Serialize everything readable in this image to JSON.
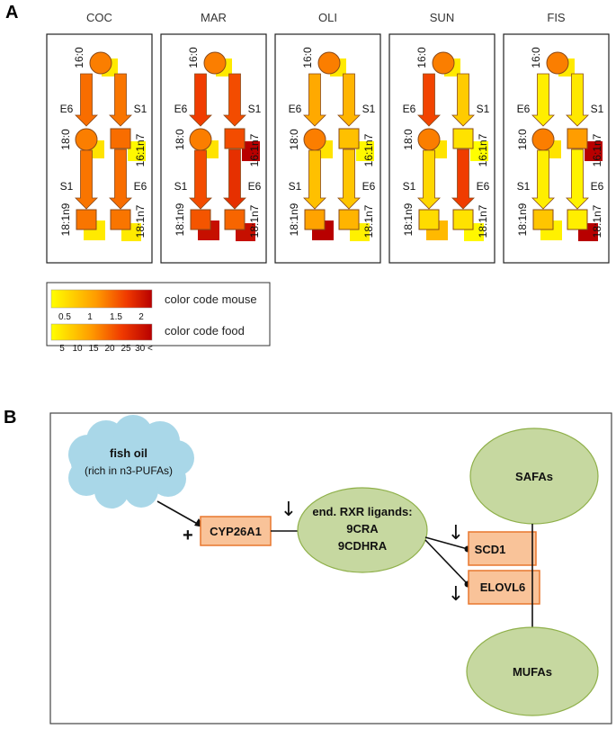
{
  "panel_a": {
    "letter": "A",
    "diets": [
      {
        "name": "COC",
        "mouse": {
          "a16": 1.3,
          "aE6": 1.4,
          "aS1": 1.35,
          "n18": 1.3,
          "n161": 1.4,
          "aS1b": 1.35,
          "aE6b": 1.4,
          "n181": 1.35,
          "n18n7": 1.35
        },
        "food": {
          "f16": 3,
          "f18": 4,
          "f161": 1,
          "f181": 3,
          "f18n7": 3
        }
      },
      {
        "name": "MAR",
        "mouse": {
          "a16": 1.3,
          "aE6": 1.7,
          "aS1": 1.6,
          "n18": 1.3,
          "n161": 1.6,
          "aS1b": 1.6,
          "aE6b": 1.8,
          "n181": 1.55,
          "n18n7": 1.45
        },
        "food": {
          "f16": 3,
          "f18": 4,
          "f161": 35,
          "f181": 30,
          "f18n7": 30
        }
      },
      {
        "name": "OLI",
        "mouse": {
          "a16": 1.3,
          "aE6": 1.0,
          "aS1": 0.9,
          "n18": 1.3,
          "n161": 0.8,
          "aS1b": 0.8,
          "aE6b": 0.75,
          "n181": 1.05,
          "n18n7": 0.9
        },
        "food": {
          "f16": 3,
          "f18": 4,
          "f161": 1,
          "f181": 35,
          "f18n7": 2
        }
      },
      {
        "name": "SUN",
        "mouse": {
          "a16": 1.3,
          "aE6": 1.65,
          "aS1": 0.7,
          "n18": 1.3,
          "n161": 0.5,
          "aS1b": 0.6,
          "aE6b": 1.7,
          "n181": 0.55,
          "n18n7": 0.5
        },
        "food": {
          "f16": 3,
          "f18": 4,
          "f161": 0,
          "f181": 10,
          "f18n7": 1
        }
      },
      {
        "name": "FIS",
        "mouse": {
          "a16": 1.3,
          "aE6": 0.4,
          "aS1": 0.45,
          "n18": 1.3,
          "n161": 1.1,
          "aS1b": 0.4,
          "aE6b": 0.35,
          "n181": 0.75,
          "n18n7": 0.4
        },
        "food": {
          "f16": 3,
          "f18": 4,
          "f161": 35,
          "f181": 2,
          "f18n7": 35
        }
      }
    ],
    "labels": {
      "c16": "16:0",
      "c18": "18:0",
      "c161": "16:1n7",
      "c181": "18:1n9",
      "c18n7": "18:1n7",
      "e6": "E6",
      "s1": "S1"
    },
    "legend": {
      "mouse_label": "color code mouse",
      "mouse_ticks": [
        "0.5",
        "1",
        "1.5",
        "2"
      ],
      "food_label": "color code food",
      "food_ticks": [
        "5",
        "10",
        "15",
        "20",
        "25",
        "30 <"
      ]
    }
  },
  "panel_b": {
    "letter": "B",
    "cloud": {
      "title": "fish oil",
      "subtitle": "(rich in n3-PUFAs)"
    },
    "plus": "+",
    "cyp": "CYP26A1",
    "rxr": {
      "line1": "end. RXR ligands:",
      "line2": "9CRA",
      "line3": "9CDHRA"
    },
    "safa": "SAFAs",
    "mufa": "MUFAs",
    "scd1": "SCD1",
    "elovl6": "ELOVL6",
    "down": "↓"
  },
  "colors": {
    "node_fill": "#f26b21",
    "scale_low": "#ffff00",
    "scale_mid": "#ff8c00",
    "scale_high": "#cc0000",
    "cloud": "#a9d7e8",
    "green": "#c6d8a0",
    "green_stroke": "#8fb04a",
    "orange_box": "#f9c399",
    "orange_stroke": "#e8772e"
  }
}
